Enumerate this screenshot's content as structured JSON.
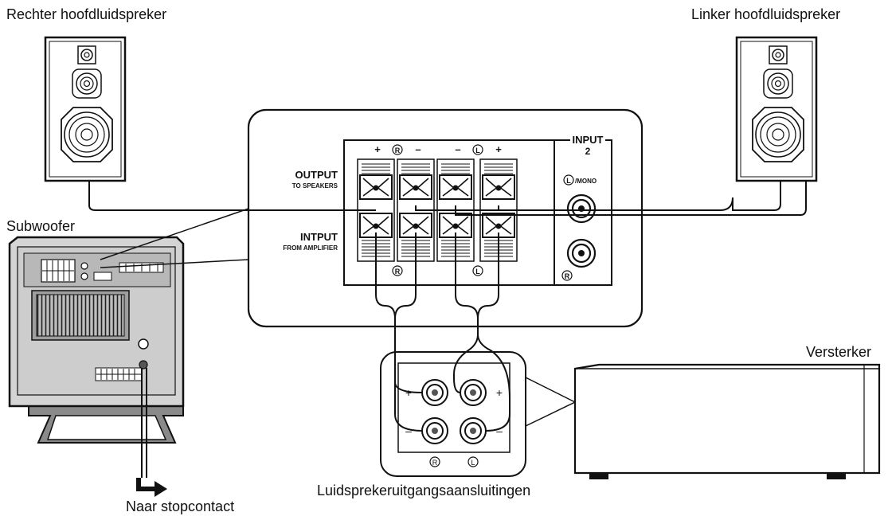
{
  "labels": {
    "right_main_speaker": "Rechter hoofdluidspreker",
    "left_main_speaker": "Linker hoofdluidspreker",
    "subwoofer": "Subwoofer",
    "amplifier": "Versterker",
    "speaker_output_terminals": "Luidsprekeruitgangsaansluitingen",
    "to_outlet": "Naar stopcontact"
  },
  "panel": {
    "top_polarity": [
      "+",
      "R",
      "–",
      "–",
      "L",
      "+"
    ],
    "output_title": "OUTPUT",
    "output_sub": "TO SPEAKERS",
    "input_title": "INTPUT",
    "input_sub": "FROM AMPLIFIER",
    "bottom_r": "R",
    "bottom_l": "L",
    "input2_title": "INPUT",
    "input2_number": "2",
    "mono_letter": "L",
    "mono_suffix": "/MONO",
    "jack_r": "R"
  },
  "amp_terminals": {
    "plus_left": "+",
    "plus_right": "+",
    "minus_left": "–",
    "minus_right": "–",
    "label_r": "R",
    "label_l": "L"
  },
  "colors": {
    "line": "#111111",
    "subwoofer_body": "#d4d4d4",
    "subwoofer_panel": "#b8b8b8"
  }
}
